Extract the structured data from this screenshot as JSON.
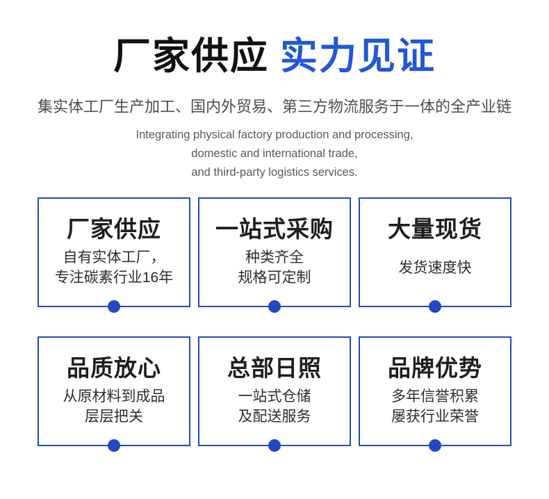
{
  "header": {
    "title_black": "厂家供应",
    "title_blue": "实力见证",
    "subtitle_cn": "集实体工厂生产加工、国内外贸易、第三方物流服务于一体的全产业链",
    "subtitle_en_lines": [
      "Integrating physical factory production and processing,",
      "domestic and international trade,",
      "and third-party logistics services."
    ]
  },
  "cards": [
    {
      "title": "厂家供应",
      "lines": [
        "自有实体工厂，",
        "专注碳素行业16年"
      ]
    },
    {
      "title": "一站式采购",
      "lines": [
        "种类齐全",
        "规格可定制"
      ]
    },
    {
      "title": "大量现货",
      "lines": [
        "发货速度快"
      ]
    },
    {
      "title": "品质放心",
      "lines": [
        "从原材料到成品",
        "层层把关"
      ]
    },
    {
      "title": "总部日照",
      "lines": [
        "一站式仓储",
        "及配送服务"
      ]
    },
    {
      "title": "品牌优势",
      "lines": [
        "多年信誉积累",
        "屡获行业荣誉"
      ]
    }
  ],
  "colors": {
    "accent_blue": "#2257d6",
    "border_blue": "#2149c4",
    "title_ink": "#121212",
    "text_gray": "#595959"
  }
}
